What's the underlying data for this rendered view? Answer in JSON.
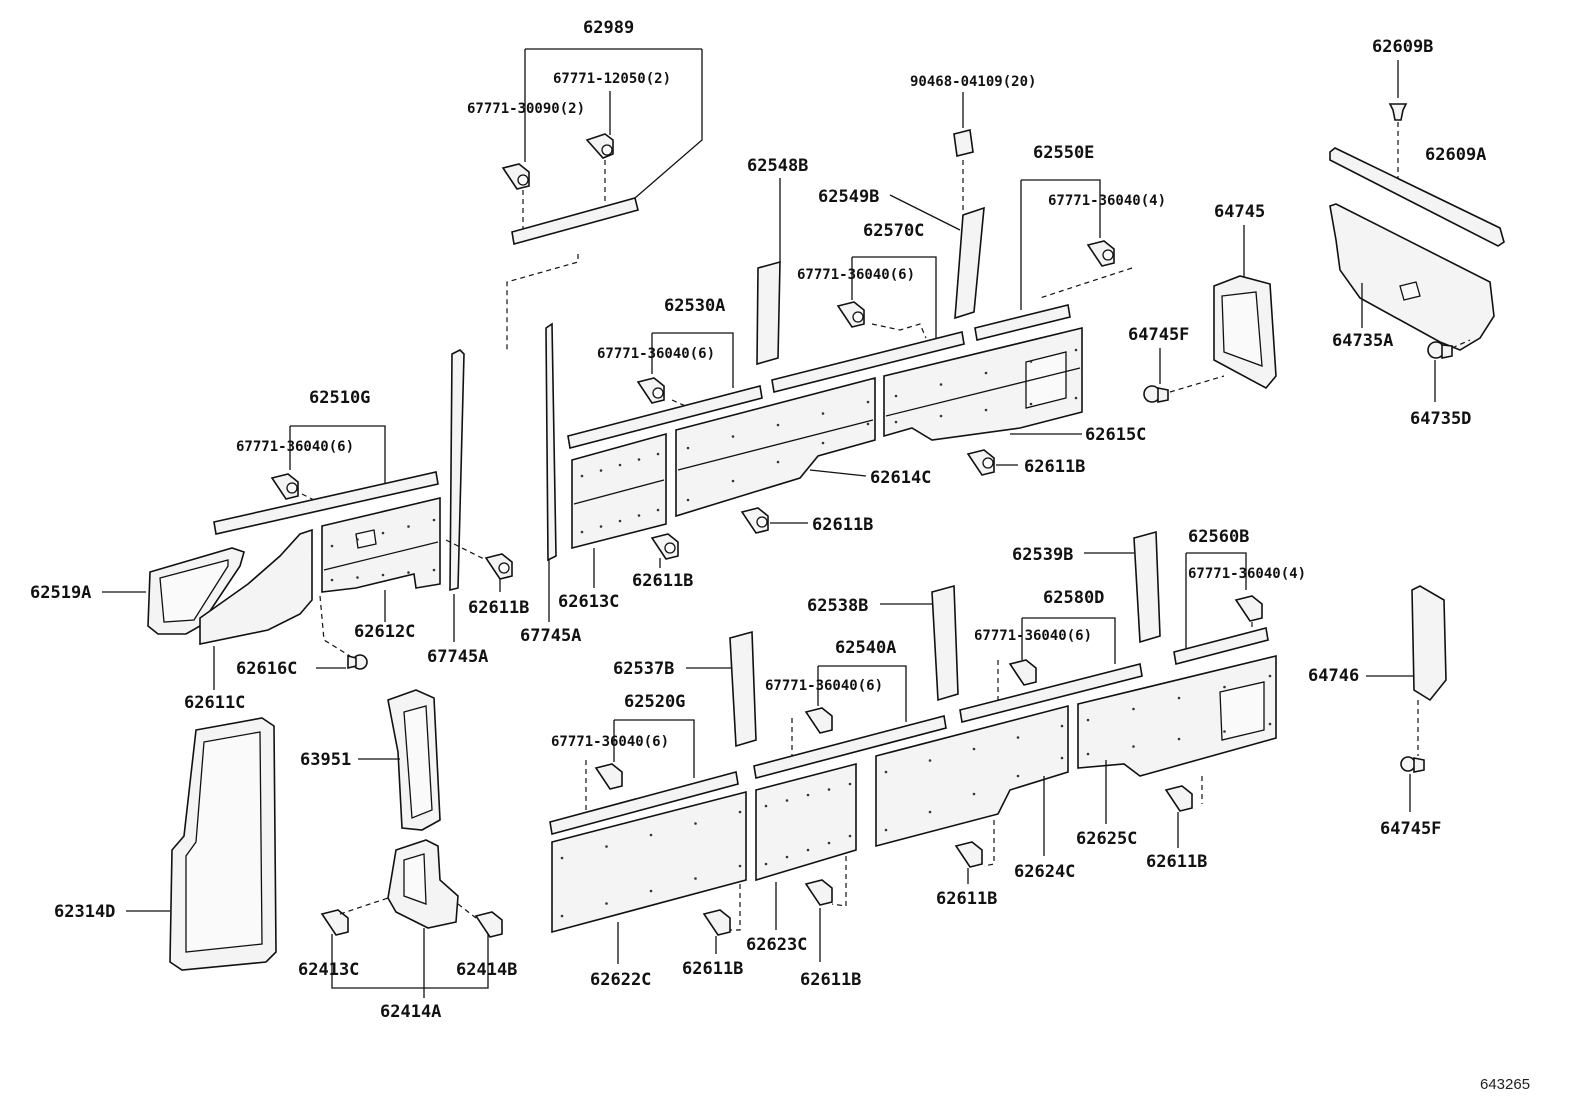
{
  "diagram_ref": "643265",
  "labels": {
    "l62989": "62989",
    "l67771_12050": "67771-12050(2)",
    "l67771_30090": "67771-30090(2)",
    "l90468": "90468-04109(20)",
    "l62609B": "62609B",
    "l62609A": "62609A",
    "l62548B": "62548B",
    "l62549B": "62549B",
    "l62550E": "62550E",
    "l67771_36040_4a": "67771-36040(4)",
    "l64745": "64745",
    "l62570C": "62570C",
    "l67771_36040_6a": "67771-36040(6)",
    "l64735A": "64735A",
    "l64745F_a": "64745F",
    "l64735D": "64735D",
    "l62530A": "62530A",
    "l67771_36040_6b": "67771-36040(6)",
    "l62615C": "62615C",
    "l62611B_a": "62611B",
    "l62510G": "62510G",
    "l67771_36040_6c": "67771-36040(6)",
    "l62614C": "62614C",
    "l62611B_b": "62611B",
    "l62519A": "62519A",
    "l62611B_c": "62611B",
    "l62613C": "62613C",
    "l62611B_d": "62611B",
    "l67745A_a": "67745A",
    "l62612C": "62612C",
    "l62616C": "62616C",
    "l67745A_b": "67745A",
    "l62611C": "62611C",
    "l62539B": "62539B",
    "l62560B": "62560B",
    "l67771_36040_4b": "67771-36040(4)",
    "l62538B": "62538B",
    "l62580D": "62580D",
    "l62540A": "62540A",
    "l67771_36040_6d": "67771-36040(6)",
    "l64746": "64746",
    "l62537B": "62537B",
    "l67771_36040_6e": "67771-36040(6)",
    "l62520G": "62520G",
    "l67771_36040_6f": "67771-36040(6)",
    "l63951": "63951",
    "l62625C": "62625C",
    "l62611B_e": "62611B",
    "l64745F_b": "64745F",
    "l62624C": "62624C",
    "l62611B_f": "62611B",
    "l62314D": "62314D",
    "l62413C": "62413C",
    "l62414B": "62414B",
    "l62623C": "62623C",
    "l62622C": "62622C",
    "l62611B_g": "62611B",
    "l62611B_h": "62611B",
    "l62414A": "62414A"
  }
}
